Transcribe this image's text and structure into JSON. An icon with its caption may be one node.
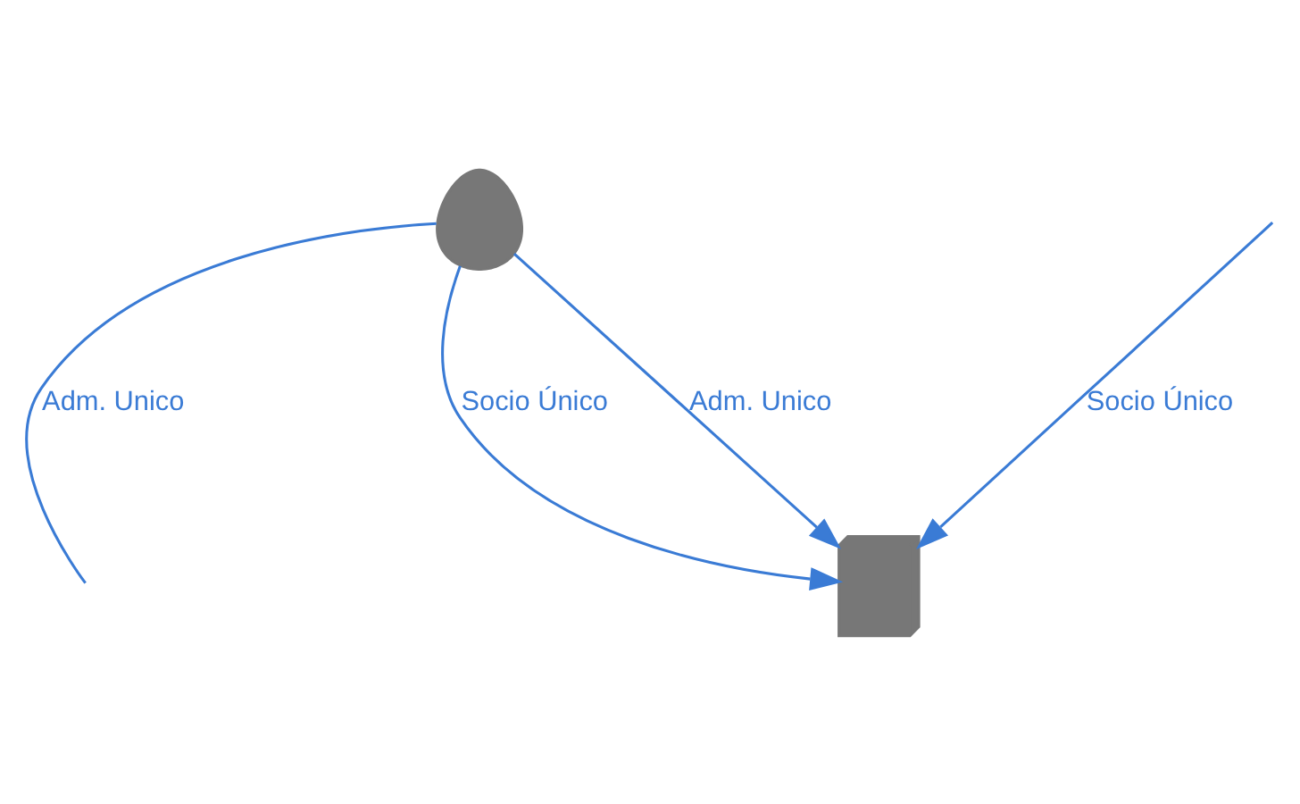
{
  "diagram": {
    "nodes": [
      {
        "text": [],
        "shape": "person"
      },
      {
        "text": [],
        "shape": "building"
      }
    ],
    "edges": [
      {
        "from": 0,
        "to": null,
        "label": "Adm. Unico",
        "arrow": "none"
      },
      {
        "from": 0,
        "to": 1,
        "label": "Adm. Unico",
        "arrow": "to"
      },
      {
        "from": 0,
        "to": 1,
        "label": "Socio Único",
        "arrow": "to"
      },
      {
        "from": null,
        "to": 1,
        "label": "Socio Único",
        "arrow": "to"
      }
    ]
  }
}
